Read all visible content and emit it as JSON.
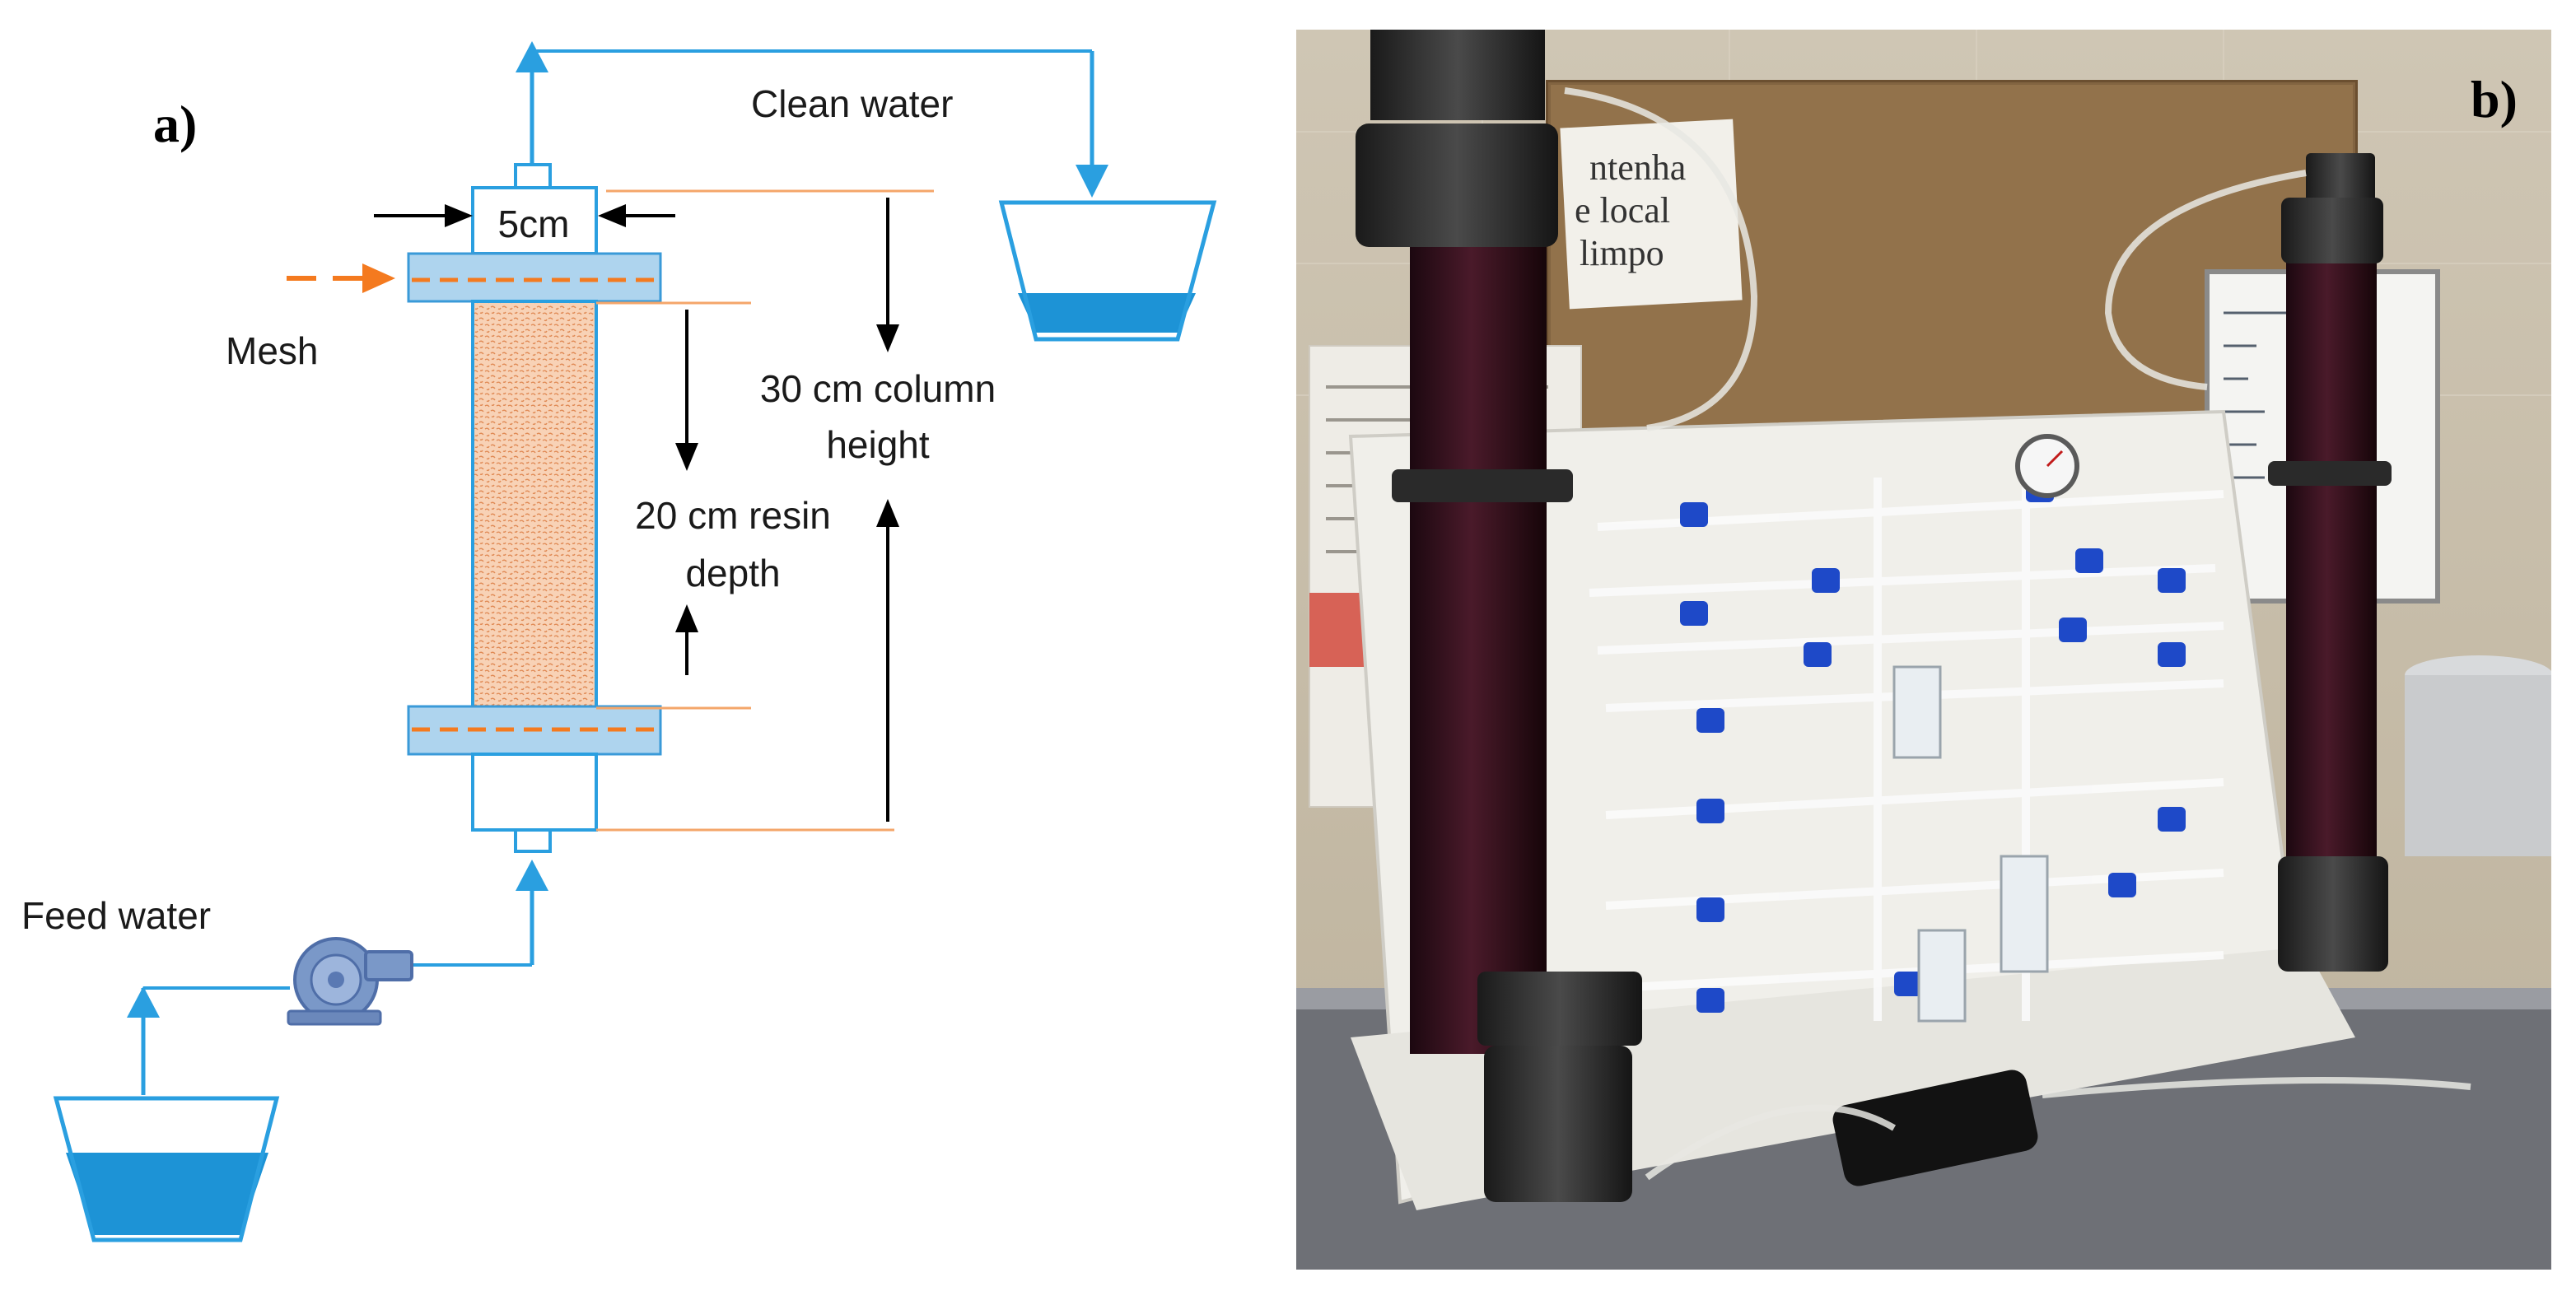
{
  "panels": {
    "a": "a)",
    "b": "b)"
  },
  "labels": {
    "clean_water": "Clean water",
    "diameter": "5cm",
    "mesh": "Mesh",
    "column_height_1": "30 cm column",
    "column_height_2": "height",
    "resin_depth_1": "20 cm resin",
    "resin_depth_2": "depth",
    "feed_water": "Feed water"
  },
  "photo": {
    "sign_line1": "ntenha",
    "sign_line2": "e local",
    "sign_line3": "limpo"
  },
  "colors": {
    "pipe_blue": "#2a9fe0",
    "water_blue": "#1d93d6",
    "flange_blue": "#aed4ee",
    "mesh_orange": "#f47a1f",
    "resin_fill": "#f6c7a6",
    "ruler_orange": "#f4a66a",
    "column_dark": "#3b1420"
  },
  "icons": {
    "pump": "pump-icon"
  }
}
